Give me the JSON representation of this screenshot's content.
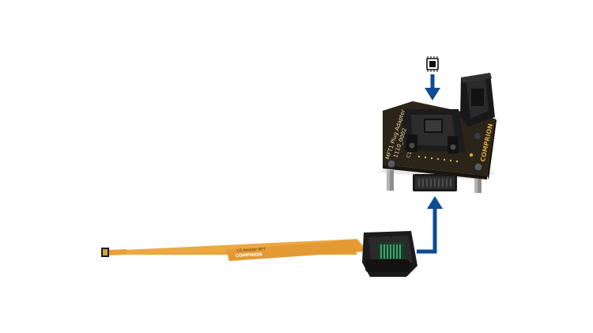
{
  "colors": {
    "background": "#ffffff",
    "arrow": "#0e4c92",
    "flex_cable": "#e8a13a",
    "pcb": "#2b2418",
    "socket": "#1c1c1c",
    "silkscreen": "#e9d9a8",
    "brand": "#d9a642"
  },
  "board": {
    "model_line1": "MFT1 Plug Adapter",
    "model_line2": "1110_0002",
    "brand": "COMPRION",
    "marker": "C1"
  },
  "cable": {
    "small_text": "C2 Adapter MFT",
    "brand": "COMPRION"
  },
  "icons": {
    "chip": "sim-chip-icon",
    "arrow_down": "arrow-down-icon",
    "arrow_up": "arrow-up-icon"
  }
}
